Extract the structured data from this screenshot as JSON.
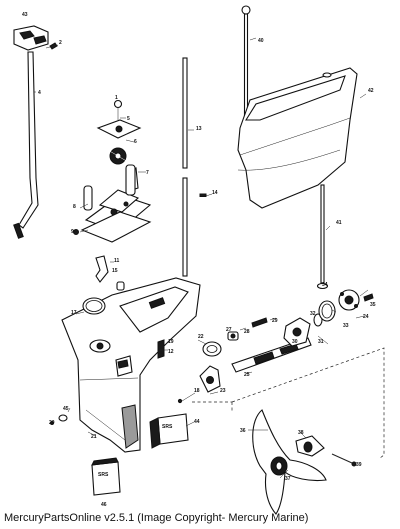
{
  "caption": "MercuryPartsOnline v2.5.1 (Image Copyright- Mercury Marine)",
  "callouts": [
    "43",
    "2",
    "4",
    "1",
    "5",
    "6",
    "7",
    "8",
    "9",
    "11",
    "12",
    "13",
    "14",
    "15",
    "17",
    "18",
    "19",
    "20",
    "21",
    "22",
    "23",
    "24",
    "25",
    "27",
    "28",
    "29",
    "30",
    "31",
    "32",
    "33",
    "34",
    "35",
    "36",
    "37",
    "38",
    "39",
    "40",
    "41",
    "42",
    "44",
    "45",
    "46"
  ],
  "box_labels": {
    "box_44": "SRS",
    "box_46": "SRS"
  }
}
